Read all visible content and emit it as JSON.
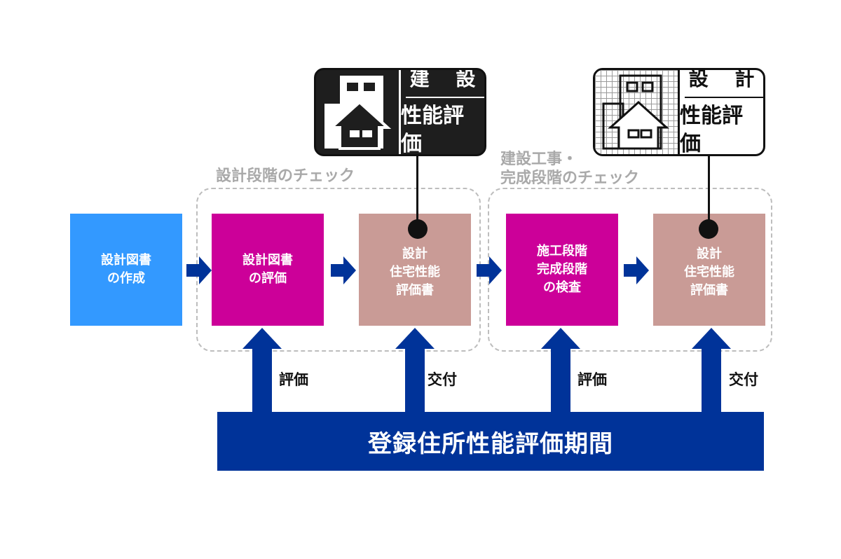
{
  "colors": {
    "step_blue": "#3399ff",
    "step_magenta": "#cc0099",
    "step_rose": "#c99b96",
    "arrow_navy": "#003399",
    "group_label_gray": "#a9a9a9",
    "badge_dark": "#1e1e1e"
  },
  "groups": {
    "design_check": "設計段階のチェック",
    "construction_check": "建設工事・\n完成段階のチェック"
  },
  "steps": {
    "drawings_creation": "設計図書\nの作成",
    "drawings_evaluation": "設計図書\nの評価",
    "design_report_1": "設計\n住宅性能\n評価書",
    "inspection": "施工段階\n完成段階\nの検査",
    "design_report_2": "設計\n住宅性能\n評価書"
  },
  "flow_labels": {
    "evaluate_1": "評価",
    "issue_1": "交付",
    "evaluate_2": "評価",
    "issue_2": "交付"
  },
  "agency_bar": "登録住所性能評価期間",
  "badges": {
    "construction": {
      "top": "建 設",
      "bottom": "性能評価",
      "icon": "building-house-icon"
    },
    "design": {
      "top": "設 計",
      "bottom": "性能評価",
      "icon": "building-house-grid-icon"
    }
  }
}
